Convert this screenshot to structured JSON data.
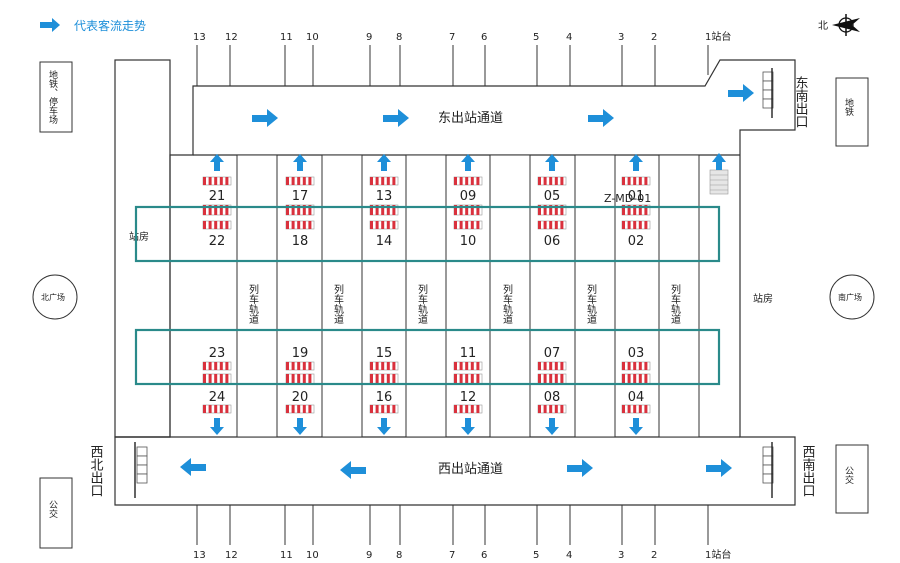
{
  "legend": {
    "text": "代表客流走势"
  },
  "north_label": "北",
  "track_numbers": [
    "13",
    "12",
    "11",
    "10",
    "9",
    "8",
    "7",
    "6",
    "5",
    "4",
    "3",
    "2",
    "1站台"
  ],
  "corridors": {
    "east": "东出站通道",
    "west": "西出站通道"
  },
  "exits": {
    "southeast": "东南出口",
    "northwest": "西北出口",
    "southwest": "西南出口"
  },
  "boxes": {
    "metro_parking": "地铁、停车场",
    "metro": "地铁",
    "bus_left": "公交",
    "bus_right": "公交"
  },
  "circles": {
    "north_plaza": "北广场",
    "south_plaza": "南广场"
  },
  "station_house": {
    "left": "站房",
    "right": "站房"
  },
  "track_label": "列车轨道",
  "zone_label": "Z-MD-01",
  "gates_top_upper": [
    "21",
    "17",
    "13",
    "09",
    "05",
    "01"
  ],
  "gates_top_lower": [
    "22",
    "18",
    "14",
    "10",
    "06",
    "02"
  ],
  "gates_bot_upper": [
    "23",
    "19",
    "15",
    "11",
    "07",
    "03"
  ],
  "gates_bot_lower": [
    "24",
    "20",
    "16",
    "12",
    "08",
    "04"
  ],
  "colors": {
    "arrow": "#1e8fd9",
    "highlight": "#2a8a8a",
    "gate": "#d9313d",
    "line": "#333333"
  }
}
